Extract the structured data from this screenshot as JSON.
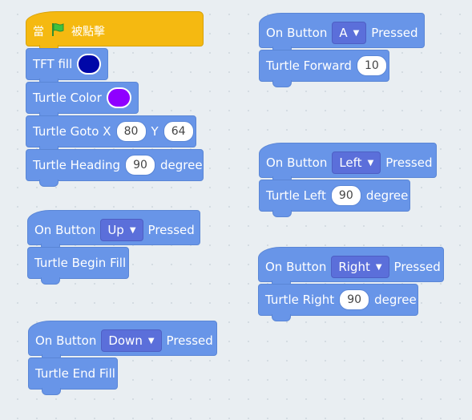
{
  "colors": {
    "tft_fill": "#0007a8",
    "turtle_color": "#8f00ff",
    "flag": "#3fc23f"
  },
  "when_flag": {
    "prefix": "當",
    "suffix": "被點擊",
    "flag_icon": "green-flag-icon"
  },
  "main_stack": {
    "tft_fill_label": "TFT fill",
    "turtle_color_label": "Turtle Color",
    "goto_label": "Turtle Goto X",
    "goto_x": "80",
    "goto_y_label": "Y",
    "goto_y": "64",
    "heading_label": "Turtle Heading",
    "heading_value": "90",
    "heading_unit": "degree"
  },
  "on_button_up": {
    "label": "On Button",
    "button": "Up",
    "pressed": "Pressed",
    "action": "Turtle Begin Fill"
  },
  "on_button_down": {
    "label": "On Button",
    "button": "Down",
    "pressed": "Pressed",
    "action": "Turtle End Fill"
  },
  "on_button_a": {
    "label": "On Button",
    "button": "A",
    "pressed": "Pressed",
    "action": "Turtle Forward",
    "value": "10"
  },
  "on_button_left": {
    "label": "On Button",
    "button": "Left",
    "pressed": "Pressed",
    "action": "Turtle Left",
    "value": "90",
    "unit": "degree"
  },
  "on_button_right": {
    "label": "On Button",
    "button": "Right",
    "pressed": "Pressed",
    "action": "Turtle Right",
    "value": "90",
    "unit": "degree"
  }
}
